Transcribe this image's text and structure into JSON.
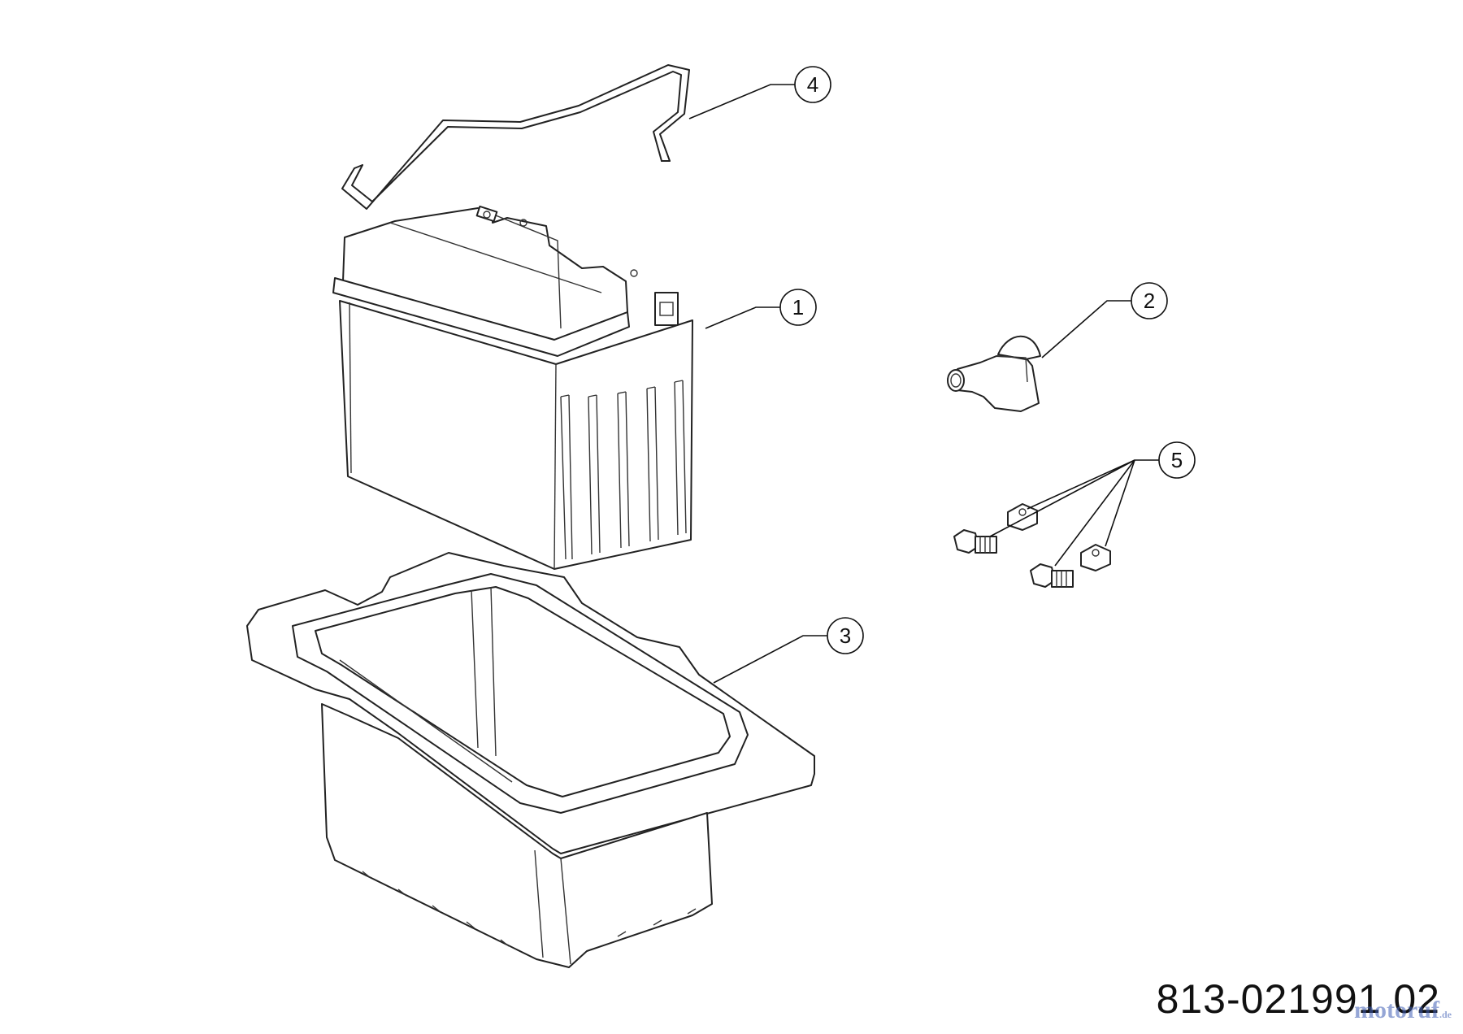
{
  "callouts": [
    {
      "id": "1",
      "label": "1",
      "part": "battery"
    },
    {
      "id": "2",
      "label": "2",
      "part": "terminal-cover"
    },
    {
      "id": "3",
      "label": "3",
      "part": "battery-tray"
    },
    {
      "id": "4",
      "label": "4",
      "part": "vent-hose"
    },
    {
      "id": "5",
      "label": "5",
      "part": "bolts-and-nuts"
    }
  ],
  "drawing_number": "813-021991 02",
  "watermark": {
    "text": "motoruf",
    "suffix": ".de"
  }
}
